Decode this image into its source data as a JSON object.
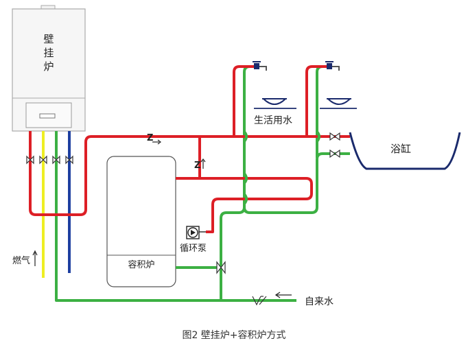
{
  "labels": {
    "boiler": [
      "壁",
      "挂",
      "炉"
    ],
    "domestic_water": "生活用水",
    "bathtub": "浴缸",
    "pump": "循环泵",
    "storage_heater": "容积炉",
    "gas": "燃气",
    "tap_water": "自来水",
    "check_valve_symbol": "Z"
  },
  "caption": "图2 壁挂炉+容积炉方式",
  "colors": {
    "hot_water": "#dd1f26",
    "cold_water": "#3cb043",
    "gas": "#eeee22",
    "boiler_return": "#1e3fa0",
    "outline": "#555555",
    "fixture": "#1a2a6c"
  }
}
